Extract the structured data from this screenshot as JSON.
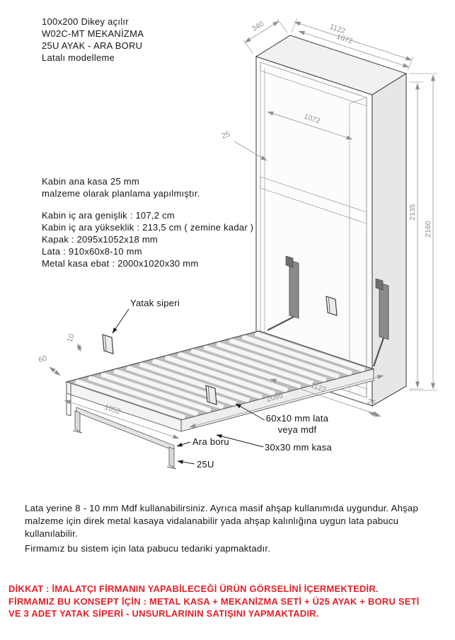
{
  "header": {
    "lines": [
      "100x200 Dikey açılır",
      "W02C-MT MEKANİZMA",
      "25U AYAK - ARA BORU",
      "Latalı modelleme"
    ]
  },
  "specs": {
    "intro": [
      "Kabin ana kasa 25 mm",
      "malzeme olarak planlama yapılmıştır."
    ],
    "details": [
      "Kabin iç ara genişlik : 107,2 cm",
      "Kabin iç ara yükseklik : 213,5 cm ( zemine kadar )",
      "Kapak : 2095x1052x18 mm",
      "Lata : 910x60x8-10 mm",
      "Metal kasa ebat : 2000x1020x30 mm"
    ]
  },
  "dimensions": {
    "cabinet_depth": "340",
    "outer_width": "1122",
    "top_inner_width": "1072",
    "back_inner_width": "1072",
    "panel_thickness": "25",
    "inner_height": "2135",
    "outer_height": "2160",
    "bed_length": "2095",
    "bottom_width": "1122",
    "bottom_thickness": "25",
    "door_width": "1052",
    "slat_width": "60",
    "slat_thickness": "10"
  },
  "callouts": {
    "bed_guard": "Yatak siperi",
    "slat_line1": "60x10 mm lata",
    "slat_line2": "veya mdf",
    "frame": "30x30 mm kasa",
    "cross_tube": "Ara boru",
    "foot": "25U"
  },
  "notes": {
    "para1": "Lata yerine 8 - 10 mm  Mdf kullanabilirsiniz. Ayrıca masif ahşap kullanımıda uygundur. Ahşap malzeme için direk metal kasaya vidalanabilir yada ahşap kalınlığına uygun lata pabucu kullanılabilir.",
    "para2": "Firmamız bu sistem için lata pabucu tedariki yapmaktadır."
  },
  "warning": {
    "lines": [
      "DİKKAT : İMALATÇI FİRMANIN YAPABİLECEĞİ ÜRÜN GÖRSELİNİ İÇERMEKTEDİR.",
      "FİRMAMIZ BU KONSEPT İÇİN : METAL KASA + MEKANİZMA SETİ + Ü25 AYAK + BORU SETİ",
      "VE 3 ADET YATAK SİPERİ - UNSURLARININ SATIŞINI YAPMAKTADIR."
    ]
  },
  "colors": {
    "warning_red": "#ec1c24",
    "dimension_gray": "#8f8f8f",
    "line_dark": "#4a4a4a"
  }
}
